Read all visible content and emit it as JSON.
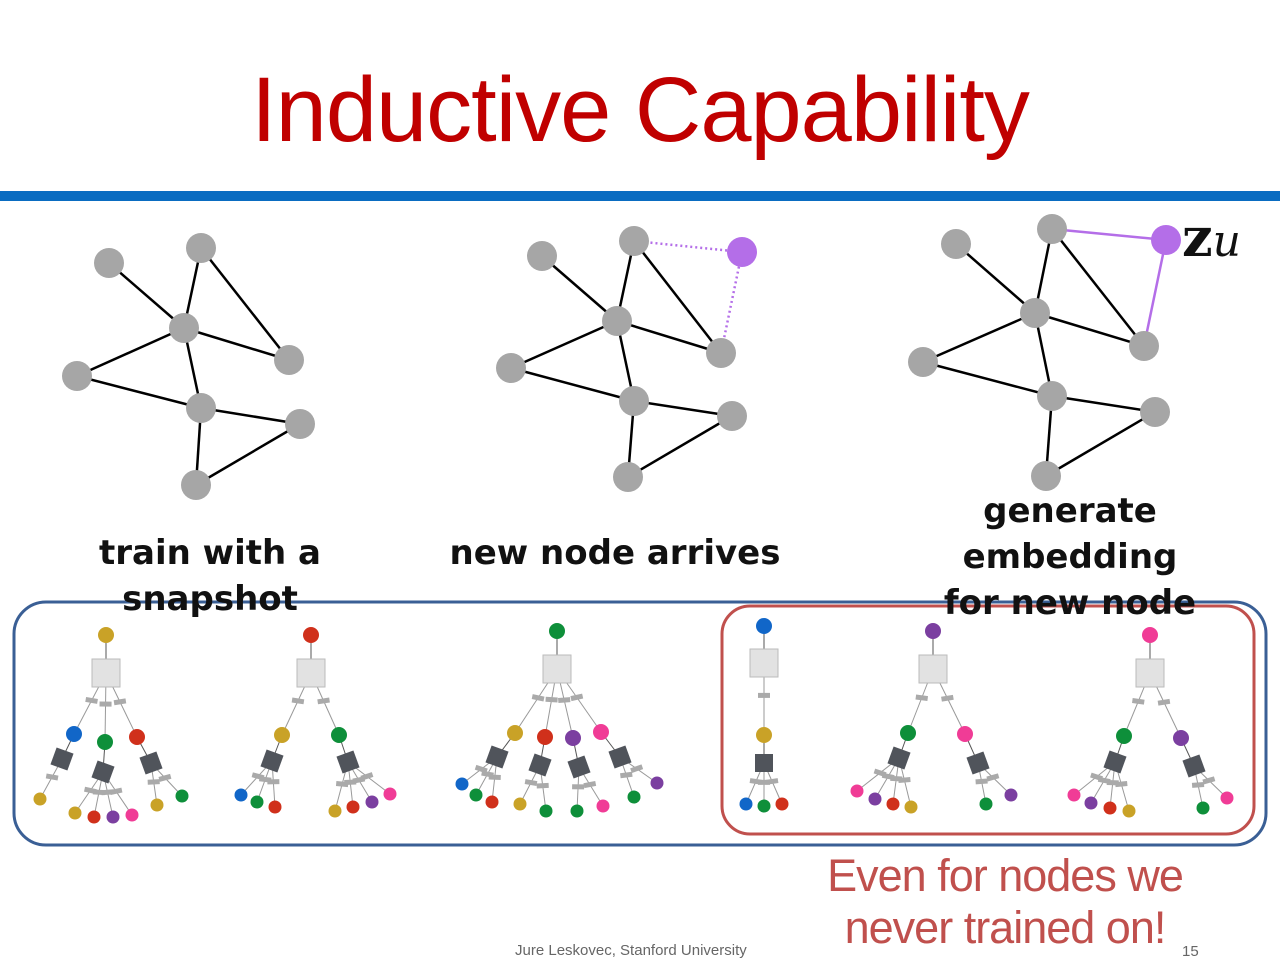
{
  "title": "Inductive Capability",
  "captions": {
    "train": "train with a snapshot",
    "arrives": "new node arrives",
    "generate_line1": "generate embedding",
    "generate_line2": "for new node"
  },
  "embedding_label": {
    "symbol": "z",
    "subscript": "u"
  },
  "note": {
    "line1": "Even for nodes we",
    "line2": "never trained on!"
  },
  "footer": "Jure Leskovec, Stanford University",
  "page_number": "15",
  "colors": {
    "title": "#c00000",
    "rule": "#0a6cc1",
    "new_node": "#b46ee8",
    "node": "#a6a6a6",
    "outer_box": "#3a5f95",
    "highlight_box": "#c0504d"
  }
}
